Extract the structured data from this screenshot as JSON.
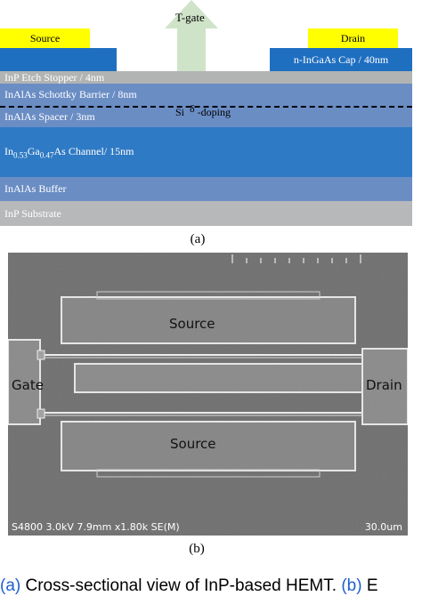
{
  "panel_a": {
    "contacts": {
      "source": "Source",
      "drain": "Drain"
    },
    "gate_label": "T-gate",
    "cap_label": "n-InGaAs Cap / 40nm",
    "layers": {
      "etch_stopper": "InP Etch Stopper / 4nm",
      "schottky": "InAlAs Schottky Barrier / 8nm",
      "spacer": "InAlAs Spacer / 3nm",
      "channel_pre": "In",
      "channel_sub1": "0.53",
      "channel_mid": "Ga",
      "channel_sub2": "0.47",
      "channel_post": "As Channel/ 15nm",
      "buffer": "InAlAs Buffer",
      "substrate": "InP Substrate"
    },
    "doping": {
      "si": "Si",
      "delta": "δ",
      "suffix": "-doping"
    },
    "caption": "(a)"
  },
  "panel_b": {
    "labels": {
      "source_top": "Source",
      "source_bottom": "Source",
      "gate": "Gate",
      "drain": "Drain"
    },
    "info": "S4800 3.0kV 7.9mm x1.80k SE(M)",
    "scale": "30.0um",
    "caption": "(b)"
  },
  "figure_caption": {
    "part_a": "(a)",
    "text_a": " Cross-sectional view of InP-based HEMT. ",
    "part_b": "(b)",
    "text_b": " E"
  },
  "colors": {
    "contact": "#ffff00",
    "cap": "#1f6fc1",
    "layer_gray": "#b2b4b3",
    "layer_steel": "#6a8dc4",
    "layer_blue": "#2f7ac4",
    "gate_arrow": "#cfe3c9",
    "caption_blue": "#1f5fd0"
  }
}
